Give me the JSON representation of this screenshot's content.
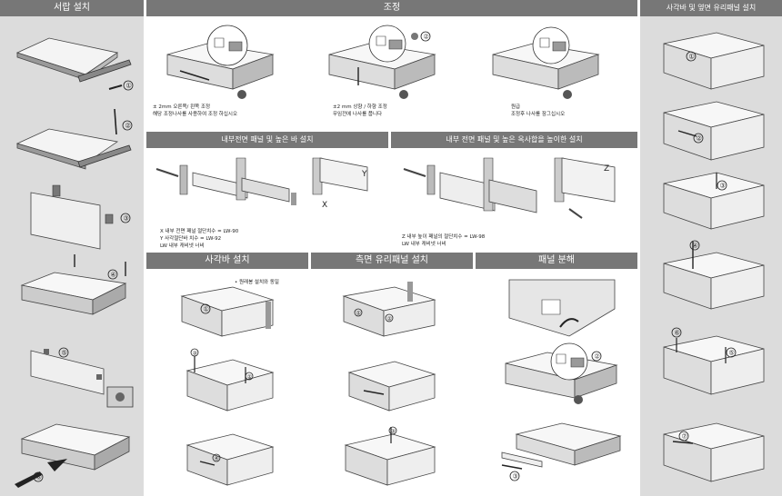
{
  "sections": {
    "drawer_install": "서랍 설치",
    "adjust": "조정",
    "rail_glass_install": "사각바 및 옆면 유리패널 설치",
    "front_panel_high_bar": "내부전면 패널 및 높은 바 설치",
    "front_panel_high_side": "내부 전면 패널 및 높은 옥사합을 높이한 설치",
    "rail_install": "사각바 설치",
    "side_glass_install": "측면 유리패널 설치",
    "panel_remove": "패널 분해"
  },
  "adjust_notes": {
    "col1": [
      "± 2mm 오른쪽/ 왼쪽 조정",
      "해당 조정나사를 사용하여 조정 하십시오"
    ],
    "col2": [
      "±2 mm 상향 / 하향 조정",
      "무임전에 나사를 풉니다"
    ],
    "col3": [
      "원급",
      "조정후 나사를 잠그십시오"
    ]
  },
  "high_bar_notes": {
    "x": "X    내부 전면 패널 절단치수 = LW-90",
    "y": "Y    사각절단바 치수 = LW-92",
    "lw": "LW  내부 캐비넷 너비"
  },
  "high_side_notes": {
    "z": "Z    내부 높이 패널의 절단치수 = LW-98",
    "lw": "LW  내부 캐비넷 너비"
  },
  "rail_note": "• 원래봉 설치와 동일",
  "callouts": {
    "c1": "①",
    "c2": "②",
    "c3": "③",
    "c4": "④",
    "c5": "⑤",
    "c6": "⑥",
    "c7": "⑦",
    "X": "X",
    "Y": "Y",
    "Z": "Z"
  }
}
